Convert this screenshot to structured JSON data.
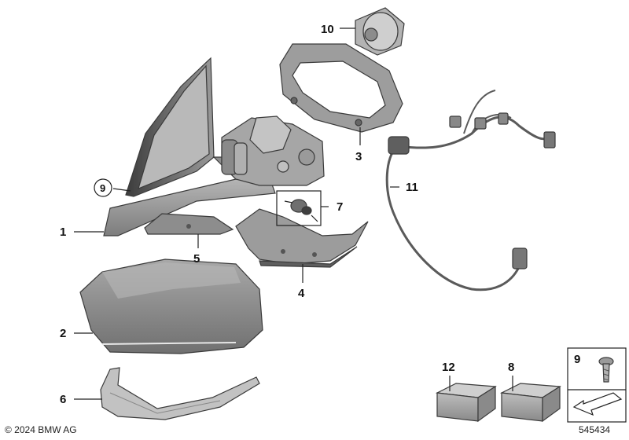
{
  "callouts": {
    "c1": "1",
    "c2": "2",
    "c3": "3",
    "c4": "4",
    "c5": "5",
    "c6": "6",
    "c7": "7",
    "c8": "8",
    "c9_mirror": "9",
    "c9_box": "9",
    "c10": "10",
    "c11": "11",
    "c12": "12"
  },
  "footer": {
    "copyright": "© 2024 BMW AG",
    "diagram_id": "545434"
  },
  "colors": {
    "part_fill": "#9b9b9b",
    "part_dark": "#6e6e6e",
    "part_light": "#c9c9c9",
    "line": "#222222"
  }
}
